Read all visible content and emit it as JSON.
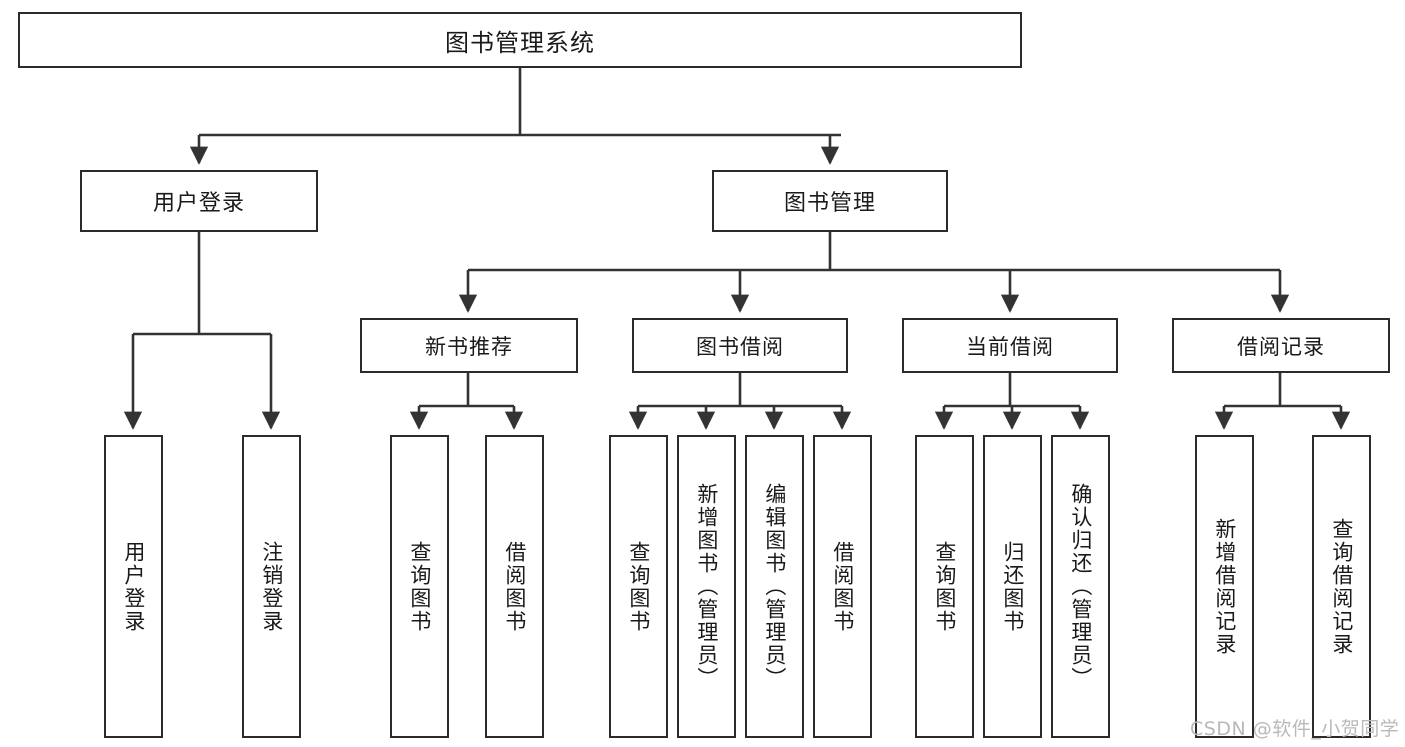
{
  "diagram": {
    "type": "tree-hierarchy-chart",
    "title": "图书管理系统",
    "orientation": "top-down",
    "colors": {
      "box_border": "#2b2b2b",
      "box_fill": "#ffffff",
      "edge": "#333333",
      "text": "#1a1a1a",
      "watermark": "#b9b9b9",
      "background": "#ffffff"
    },
    "root": {
      "label": "图书管理系统"
    },
    "level2": [
      {
        "id": "user-login",
        "label": "用户登录"
      },
      {
        "id": "book-management",
        "label": "图书管理"
      }
    ],
    "level3": [
      {
        "id": "new-book-recommend",
        "label": "新书推荐"
      },
      {
        "id": "book-borrow",
        "label": "图书借阅"
      },
      {
        "id": "current-borrow",
        "label": "当前借阅"
      },
      {
        "id": "borrow-record",
        "label": "借阅记录"
      }
    ],
    "leaves": {
      "user-login": [
        {
          "id": "leaf-user-login",
          "label": "用户登录"
        },
        {
          "id": "leaf-logout-login",
          "label": "注销登录"
        }
      ],
      "new-book-recommend": [
        {
          "id": "leaf-query-book-1",
          "label": "查询图书"
        },
        {
          "id": "leaf-borrow-book-1",
          "label": "借阅图书"
        }
      ],
      "book-borrow": [
        {
          "id": "leaf-query-book-2",
          "label": "查询图书"
        },
        {
          "id": "leaf-add-book",
          "label": "新增图书（管理员）"
        },
        {
          "id": "leaf-edit-book",
          "label": "编辑图书（管理员）"
        },
        {
          "id": "leaf-borrow-book-2",
          "label": "借阅图书"
        }
      ],
      "current-borrow": [
        {
          "id": "leaf-query-book-3",
          "label": "查询图书"
        },
        {
          "id": "leaf-return-book",
          "label": "归还图书"
        },
        {
          "id": "leaf-confirm-return",
          "label": "确认归还（管理员）"
        }
      ],
      "borrow-record": [
        {
          "id": "leaf-add-record",
          "label": "新增借阅记录"
        },
        {
          "id": "leaf-query-record",
          "label": "查询借阅记录"
        }
      ]
    }
  },
  "watermark": {
    "text": "CSDN @软件_小贺同学"
  }
}
